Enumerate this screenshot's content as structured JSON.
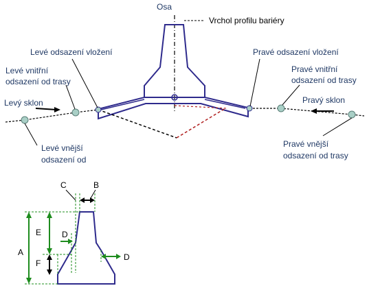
{
  "labels": {
    "osa": "Osa",
    "vrchol": "Vrchol profilu bariéry",
    "leve_odsazeni_vlozeni": "Levé odsazení vložení",
    "prave_odsazeni_vlozeni": "Pravé odsazení vložení",
    "leve_vnitrni_1": "Levé vnitřní",
    "leve_vnitrni_2": "odsazení od trasy",
    "prave_vnitrni_1": "Pravé vnitřní",
    "prave_vnitrni_2": "odsazení od trasy",
    "levy_sklon": "Levý sklon",
    "pravy_sklon": "Pravý sklon",
    "leve_vnejsi_1": "Levé vnější",
    "leve_vnejsi_2": "odsazení od",
    "prave_vnejsi_1": "Pravé vnější",
    "prave_vnejsi_2": "odsazení od trasy"
  },
  "dimension_labels": {
    "a": "A",
    "b": "B",
    "c": "C",
    "d_inner": "D",
    "d_outer": "D",
    "e": "E",
    "f": "F"
  },
  "colors": {
    "outline": "#2e2a8c",
    "dashed_ground": "#000000",
    "dashed_red": "#b01e1e",
    "dimension_green": "#1e8c1e",
    "node_fill": "#a9cfc6",
    "arrow": "#000000"
  }
}
